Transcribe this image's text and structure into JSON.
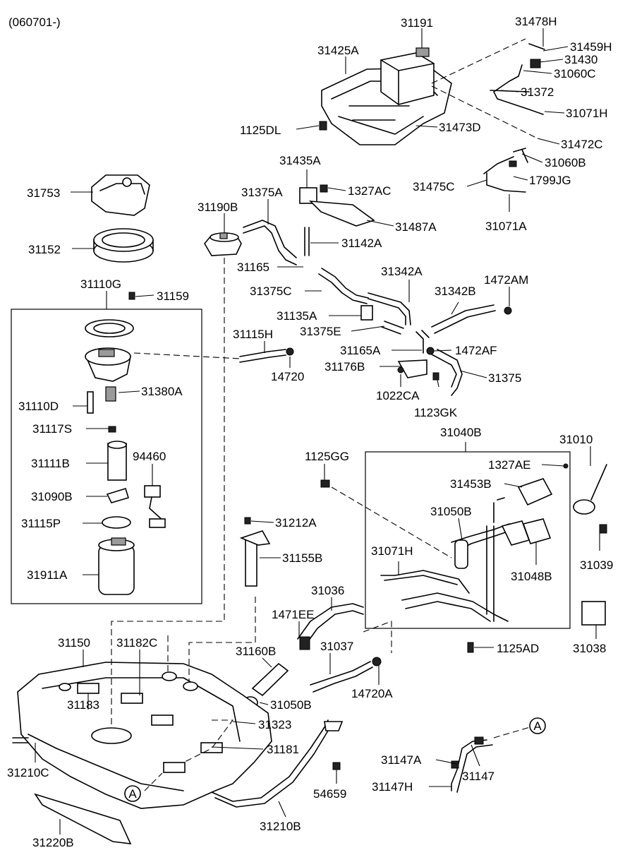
{
  "header": {
    "code": "(060701-)"
  },
  "callout_marker": "A",
  "parts": {
    "p31191": "31191",
    "p31478H": "31478H",
    "p31459H": "31459H",
    "p31430": "31430",
    "p31425A": "31425A",
    "p31060C": "31060C",
    "p31372": "31372",
    "p31071H_top": "31071H",
    "p1125DL": "1125DL",
    "p31473D": "31473D",
    "p31472C": "31472C",
    "p31060B": "31060B",
    "p31435A": "31435A",
    "p1799JG": "1799JG",
    "p31475C": "31475C",
    "p31375A": "31375A",
    "p1327AC": "1327AC",
    "p31753": "31753",
    "p31190B": "31190B",
    "p31071A": "31071A",
    "p31487A": "31487A",
    "p31142A": "31142A",
    "p31152": "31152",
    "p31165_top": "31165",
    "p31342A": "31342A",
    "p1472AM": "1472AM",
    "p31110G": "31110G",
    "p31159": "31159",
    "p31375C": "31375C",
    "p31342B": "31342B",
    "p31135A": "31135A",
    "p31375E": "31375E",
    "p31115H": "31115H",
    "p31165A": "31165A",
    "p1472AF": "1472AF",
    "p31176B": "31176B",
    "p14720": "14720",
    "p31375": "31375",
    "p31380A": "31380A",
    "p1022CA": "1022CA",
    "p31110D": "31110D",
    "p1123GK": "1123GK",
    "p31117S": "31117S",
    "p31040B": "31040B",
    "p31010": "31010",
    "p94460": "94460",
    "p1125GG": "1125GG",
    "p31111B": "31111B",
    "p1327AE": "1327AE",
    "p31453B": "31453B",
    "p31090B": "31090B",
    "p31050B_top": "31050B",
    "p31212A": "31212A",
    "p31115P": "31115P",
    "p31071H_mid": "31071H",
    "p31039": "31039",
    "p31155B": "31155B",
    "p31048B": "31048B",
    "p31911A": "31911A",
    "p31036": "31036",
    "p1471EE": "1471EE",
    "p31150": "31150",
    "p31182C": "31182C",
    "p31037": "31037",
    "p1125AD": "1125AD",
    "p31038": "31038",
    "p31160B": "31160B",
    "p14720A": "14720A",
    "p31183": "31183",
    "p31050B_bot": "31050B",
    "p31323": "31323",
    "p31181": "31181",
    "p31147A": "31147A",
    "p31210C": "31210C",
    "p31147": "31147",
    "p54659": "54659",
    "p31147H": "31147H",
    "p31220B": "31220B",
    "p31210B": "31210B"
  }
}
